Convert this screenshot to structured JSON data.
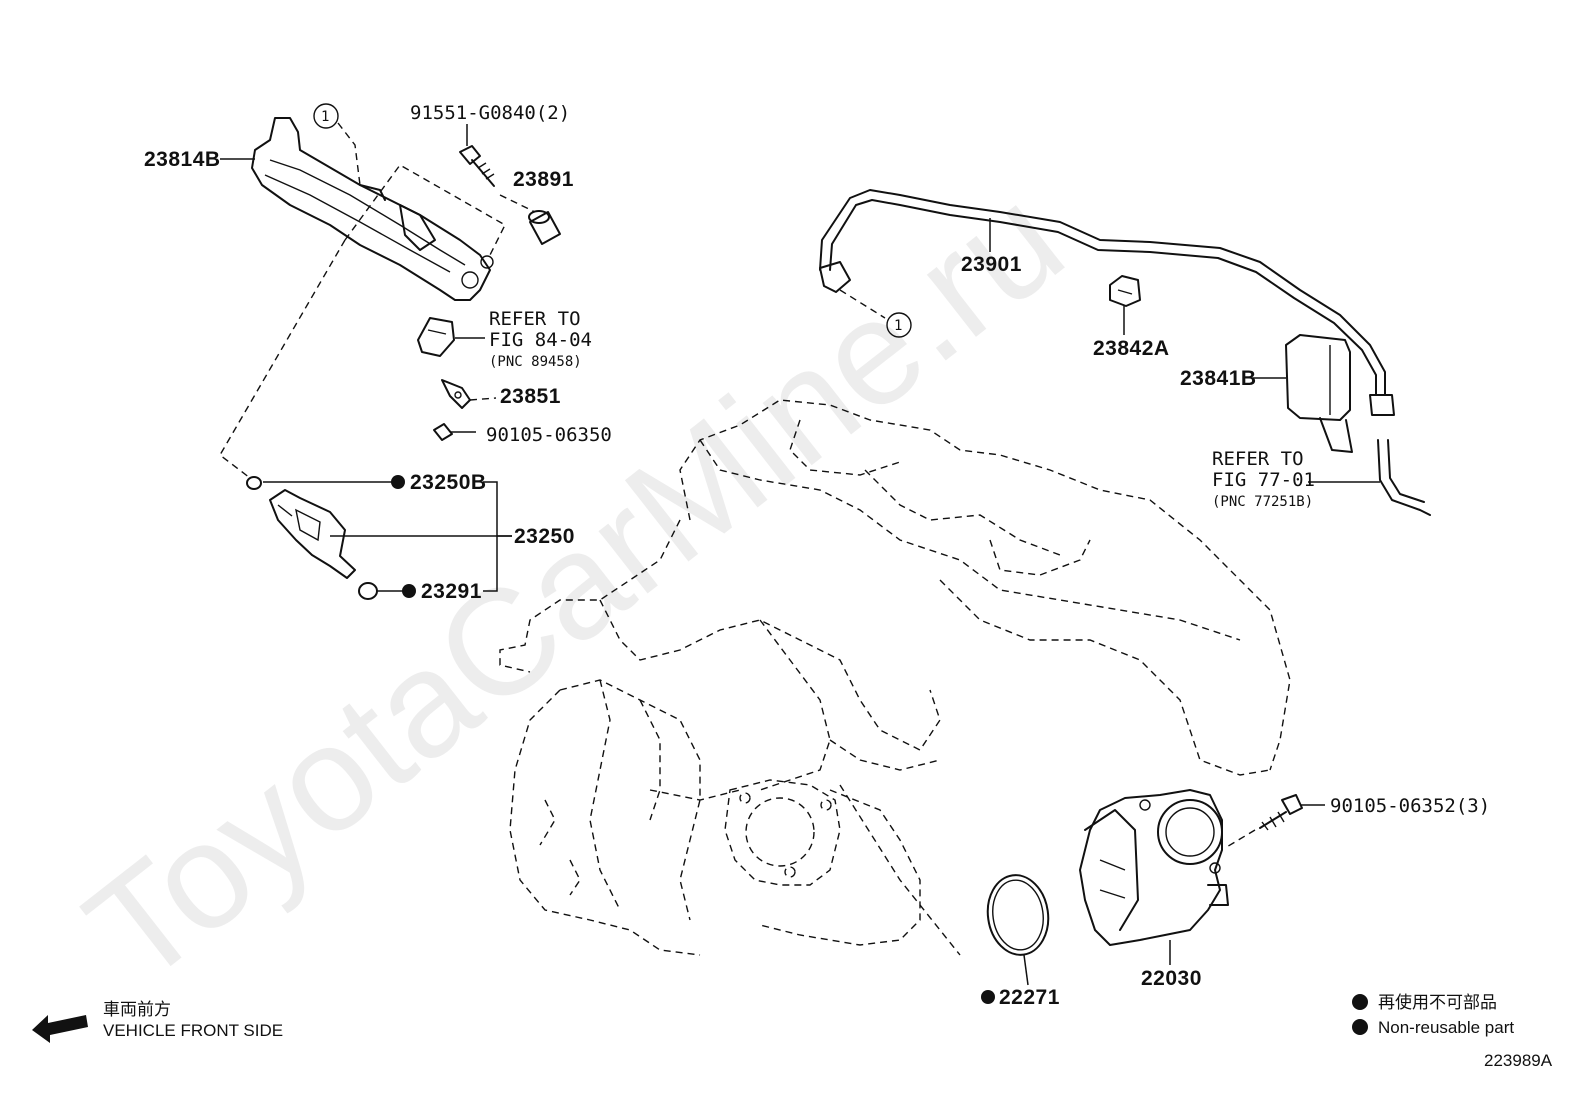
{
  "watermark": "ToyotaCarMine.ru",
  "figure_id": "223989A",
  "vehicle_front": {
    "jp": "車両前方",
    "en": "VEHICLE FRONT SIDE"
  },
  "legend": {
    "jp": "再使用不可部品",
    "en": "Non-reusable part"
  },
  "callout_marker": "1",
  "parts": {
    "p23814B": "23814B",
    "p91551": "91551-G0840(2)",
    "p23891": "23891",
    "p23901": "23901",
    "p23842A": "23842A",
    "p23841B": "23841B",
    "p23851": "23851",
    "p90105_06350": "90105-06350",
    "p23250B": "23250B",
    "p23250": "23250",
    "p23291": "23291",
    "p90105_06352": "90105-06352(3)",
    "p22271": "22271",
    "p22030": "22030"
  },
  "refs": {
    "ref_a": {
      "line1": "REFER TO",
      "line2": "FIG 84-04",
      "line3": "(PNC 89458)"
    },
    "ref_b": {
      "line1": "REFER TO",
      "line2": "FIG 77-01",
      "line3": "(PNC 77251B)"
    }
  }
}
